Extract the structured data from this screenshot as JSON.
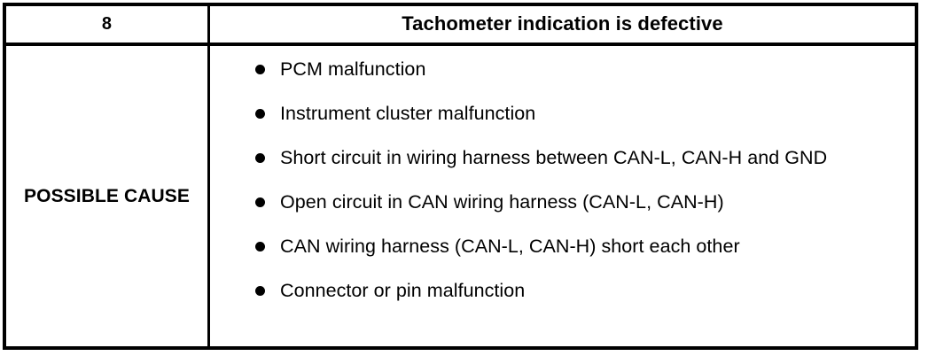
{
  "table": {
    "header": {
      "item_number": "8",
      "fault_title": "Tachometer indication is defective"
    },
    "body": {
      "row_label": "POSSIBLE CAUSE",
      "bullet_glyph": "filled-circle-bullet",
      "causes": [
        "PCM malfunction",
        "Instrument cluster malfunction",
        "Short circuit in wiring harness between CAN-L, CAN-H and GND",
        "Open circuit in CAN wiring harness (CAN-L, CAN-H)",
        "CAN wiring harness (CAN-L, CAN-H) short each other",
        "Connector or pin malfunction"
      ]
    }
  },
  "colors": {
    "ink": "#000000",
    "paper": "#ffffff"
  }
}
